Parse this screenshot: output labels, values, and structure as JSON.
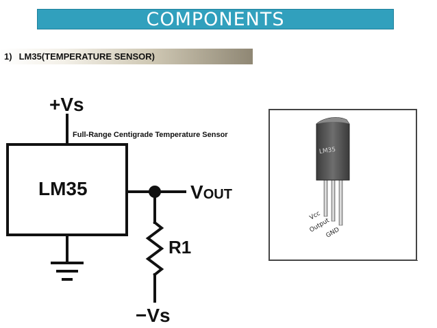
{
  "header": {
    "title": "COMPONENTS"
  },
  "section": {
    "number": "1)",
    "label": "LM35(TEMPERATURE SENSOR)"
  },
  "schematic": {
    "supply_positive": "+Vs",
    "supply_negative": "−Vs",
    "chip_label": "LM35",
    "caption": "Full-Range Centigrade Temperature Sensor",
    "output_label": "V",
    "output_subscript": "OUT",
    "resistor_label": "R1"
  },
  "photo": {
    "part_marking": "LM35",
    "pins": [
      "Vcc",
      "Output",
      "GND"
    ]
  },
  "colors": {
    "title_bar": "#31a0bd",
    "line": "#111111"
  }
}
